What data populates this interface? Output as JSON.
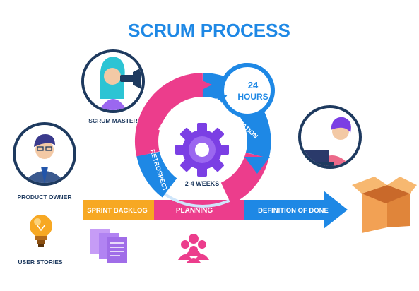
{
  "title": "SCRUM PROCESS",
  "cycle": {
    "review": "REVIEW",
    "implementation": "IMPLEMENTATION",
    "retrospect": "RETROSPECT",
    "duration": "2-4 WEEKS"
  },
  "daily": {
    "line1": "24",
    "line2": "HOURS"
  },
  "roles": {
    "scrum_master": "SCRUM MASTER",
    "product_owner": "PRODUCT OWNER",
    "user_stories": "USER STORIES"
  },
  "flow": {
    "sprint_backlog": "SPRINT BACKLOG",
    "planning": "PLANNING",
    "definition_of_done": "DEFINITION OF DONE"
  },
  "colors": {
    "blue": "#1e88e5",
    "pink": "#ec3d8c",
    "yellow": "#f7a823",
    "purple": "#7b3fe4",
    "navy": "#1e3a5f"
  }
}
